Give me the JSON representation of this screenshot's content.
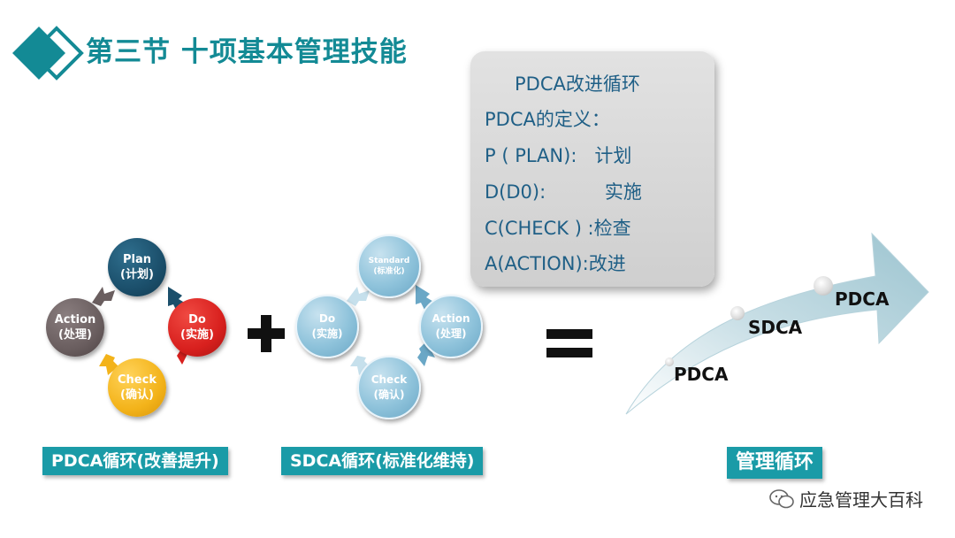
{
  "header": {
    "title": "第三节 十项基本管理技能"
  },
  "definition": {
    "heading": "PDCA改进循环",
    "intro": "PDCA的定义：",
    "lines": [
      "P ( PLAN):   计划",
      "D(D0):          实施",
      "C(CHECK ) :检查",
      "A(ACTION):改进"
    ]
  },
  "pdca": {
    "plan": {
      "en": "Plan",
      "zh": "(计划)"
    },
    "do": {
      "en": "Do",
      "zh": "(实施)"
    },
    "check": {
      "en": "Check",
      "zh": "(确认)"
    },
    "action": {
      "en": "Action",
      "zh": "(处理)"
    },
    "label": "PDCA循环(改善提升)"
  },
  "sdca": {
    "standard": {
      "en": "Standard",
      "zh": "(标准化)"
    },
    "do": {
      "en": "Do",
      "zh": "(实施)"
    },
    "action": {
      "en": "Action",
      "zh": "(处理)"
    },
    "check": {
      "en": "Check",
      "zh": "(确认)"
    },
    "label": "SDCA循环(标准化维持)"
  },
  "cycle": {
    "steps": [
      "PDCA",
      "SDCA",
      "PDCA"
    ],
    "label": "管理循环"
  },
  "watermark": {
    "text": "应急管理大百科"
  },
  "colors": {
    "teal": "#138a95",
    "plan": "#1b4f6b",
    "do": "#d8201e",
    "check": "#f3b31a",
    "action": "#6a5e5f",
    "sdca": "#8fc3db"
  }
}
